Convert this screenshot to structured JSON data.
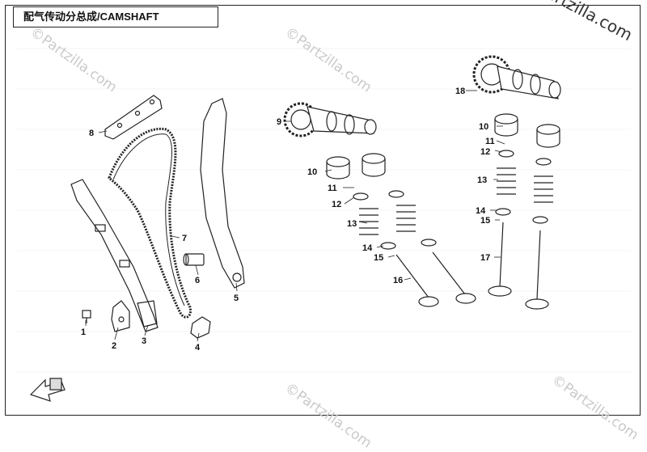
{
  "title": "配气传动分总成/CAMSHAFT",
  "watermark": "©Partzilla.com",
  "watermark_main": "©Partzilla.com",
  "callouts": {
    "c1": "1",
    "c2": "2",
    "c3": "3",
    "c4": "4",
    "c5": "5",
    "c6": "6",
    "c7": "7",
    "c8": "8",
    "c9": "9",
    "c10a": "10",
    "c10b": "10",
    "c11a": "11",
    "c11b": "11",
    "c12a": "12",
    "c12b": "12",
    "c13a": "13",
    "c13b": "13",
    "c14a": "14",
    "c14b": "14",
    "c15a": "15",
    "c15b": "15",
    "c16": "16",
    "c17": "17",
    "c18": "18"
  },
  "colors": {
    "line": "#222222",
    "watermark": "#c9c9c9",
    "grid": "#e4e4e4"
  }
}
